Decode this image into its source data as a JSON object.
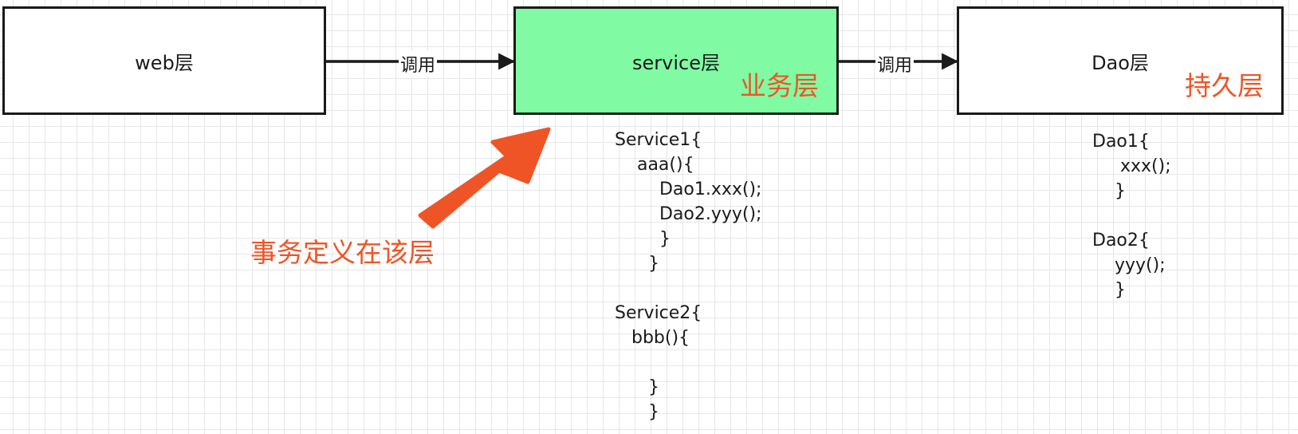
{
  "boxes": {
    "web": {
      "title": "web层"
    },
    "service": {
      "title": "service层",
      "tag": "业务层",
      "fill": "#80fba3"
    },
    "dao": {
      "title": "Dao层",
      "tag": "持久层"
    }
  },
  "edges": [
    {
      "label": "调用"
    },
    {
      "label": "调用"
    }
  ],
  "callout": {
    "text": "事务定义在该层",
    "color": "#ef5427"
  },
  "code": {
    "service": "Service1{\n    aaa(){\n        Dao1.xxx();\n        Dao2.yyy();\n        }\n      }\n\nService2{\n   bbb(){\n\n      }\n      }",
    "dao": "Dao1{\n     xxx();\n    }\n\nDao2{\n    yyy();\n    }"
  }
}
